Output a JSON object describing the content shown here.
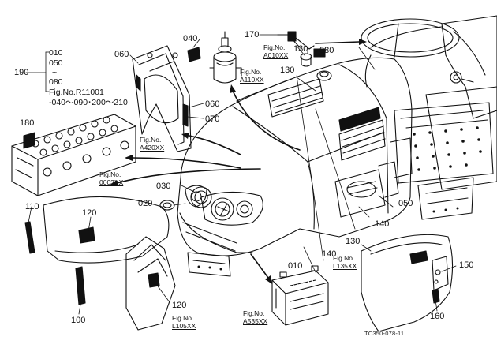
{
  "callouts": {
    "c010a": "010",
    "c050": "050",
    "c080a": "080",
    "c010b": "010",
    "c020": "020",
    "c030": "030",
    "c040": "040",
    "c050b": "050",
    "c060a": "060",
    "c060b": "060",
    "c070": "070",
    "c080b": "080",
    "c100": "100",
    "c110": "110",
    "c120a": "120",
    "c120b": "120",
    "c130a": "130",
    "c130b": "130",
    "c140a": "140",
    "c140b": "140",
    "c150": "150",
    "c160": "160",
    "c170": "170",
    "c180": "180",
    "c190": "190"
  },
  "index_block": {
    "tilde": "~",
    "fig_ref": "Fig.No.R11001",
    "fig_range": "-040～090･200～210"
  },
  "fig_refs": {
    "a010": {
      "prefix": "Fig.No.",
      "code": "A010XX"
    },
    "a110": {
      "prefix": "Fig.No.",
      "code": "A110XX"
    },
    "a420": {
      "prefix": "Fig.No.",
      "code": "A420XX"
    },
    "f0003": {
      "prefix": "Fig.No.",
      "code": "0003XX"
    },
    "a535": {
      "prefix": "Fig.No.",
      "code": "A535XX"
    },
    "l105": {
      "prefix": "Fig.No.",
      "code": "L105XX"
    },
    "l135": {
      "prefix": "Fig.No.",
      "code": "L135XX"
    }
  },
  "footer": {
    "drawing_id": "TC350-078-11"
  }
}
